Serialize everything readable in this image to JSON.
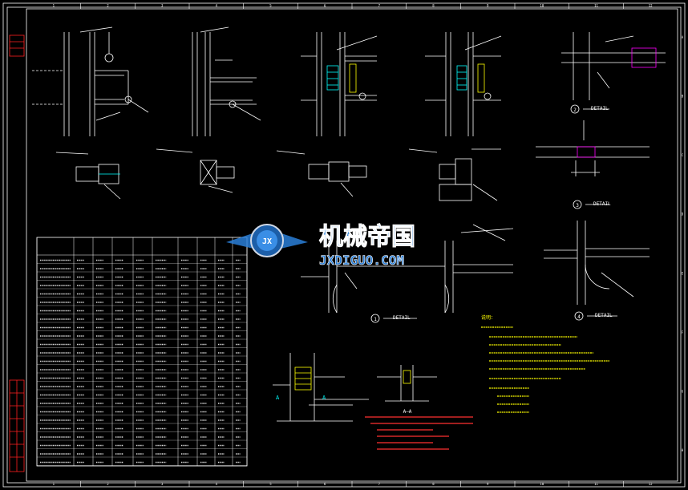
{
  "drawing": {
    "colors": {
      "background": "#000000",
      "line": "#ffffff",
      "frame": "#ffffff",
      "border_red": "#ff2020",
      "note_yellow": "#ffff00",
      "note_red": "#ff3030",
      "hatch_cyan": "#00ffff",
      "hatch_magenta": "#ff00ff",
      "watermark_blue": "#2a7fd8"
    },
    "grid_columns": [
      "1",
      "2",
      "3",
      "4",
      "5",
      "6",
      "7",
      "8",
      "9",
      "10",
      "11",
      "12"
    ],
    "grid_rows": [
      "A",
      "B",
      "C",
      "D",
      "E",
      "F",
      "G",
      "H"
    ],
    "detail_labels": {
      "d1": "DETAIL",
      "d2": "DETAIL",
      "d3": "DETAIL",
      "d4": "DETAIL"
    },
    "detail_numbers": {
      "d1": "1",
      "d2": "2",
      "d3": "3",
      "d4": "4"
    },
    "section_marks": {
      "a_left": "A",
      "a_right": "A",
      "aa_label": "A—A"
    },
    "watermark": {
      "title": "机械帝国",
      "subtitle": "JXDIGUO.COM",
      "badge": "JX"
    },
    "notes_title": "说明："
  }
}
